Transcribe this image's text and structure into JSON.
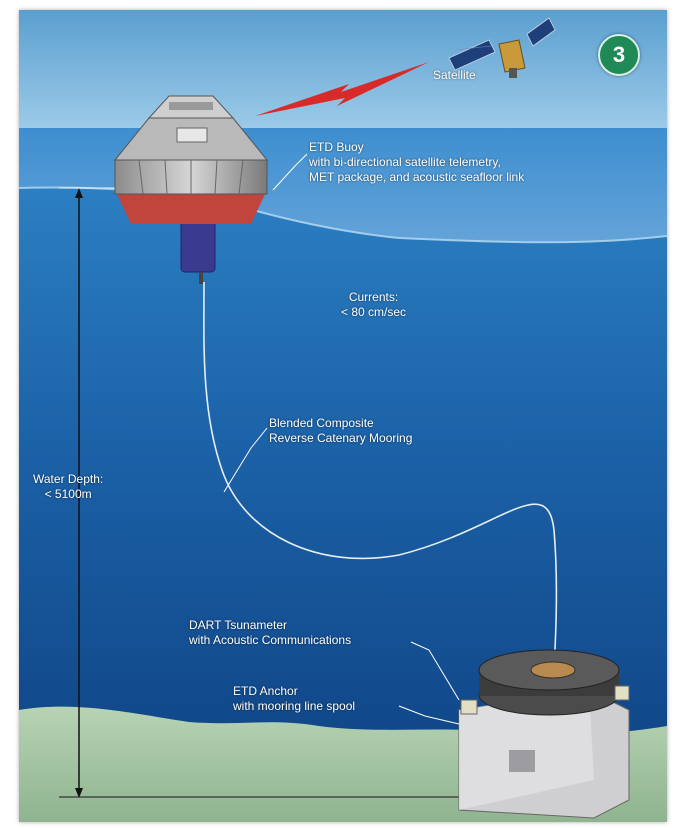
{
  "step_badge": "3",
  "labels": {
    "satellite": "Satellite",
    "buoy": [
      "ETD Buoy",
      "with bi-directional satellite telemetry,",
      "MET package, and acoustic seafloor link"
    ],
    "currents": [
      "Currents:",
      "< 80 cm/sec"
    ],
    "mooring": [
      "Blended Composite",
      "Reverse Catenary Mooring"
    ],
    "water_depth": [
      "Water Depth:",
      "< 5100m"
    ],
    "tsunameter": [
      "DART Tsunameter",
      "with Acoustic Communications"
    ],
    "anchor": [
      "ETD Anchor",
      "with mooring line spool"
    ]
  },
  "colors": {
    "sky": "#6aaed6",
    "ocean_top": "#2a7fc4",
    "ocean_deep": "#0f4a86",
    "seafloor": "#a9c9a9",
    "badge": "#1f8a55",
    "signal": "#d92a2a",
    "buoy_hull": "#b8b8b8",
    "buoy_base": "#c0453c",
    "buoy_keel": "#3a3a8e",
    "text": "#ffffff"
  }
}
